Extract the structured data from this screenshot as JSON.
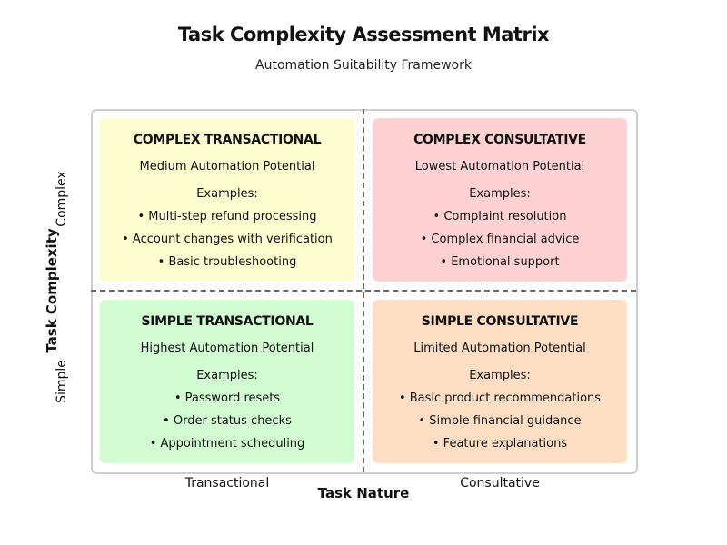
{
  "header": {
    "title": "Task Complexity Assessment Matrix",
    "subtitle": "Automation Suitability Framework"
  },
  "axes": {
    "y_title": "Task Complexity",
    "y_high": "Complex",
    "y_low": "Simple",
    "x_title": "Task Nature",
    "x_left": "Transactional",
    "x_right": "Consultative"
  },
  "quadrants": {
    "top_left": {
      "name": "COMPLEX TRANSACTIONAL",
      "potential": "Medium Automation Potential",
      "examples_label": "Examples:",
      "items": [
        "• Multi-step refund processing",
        "• Account changes with verification",
        "• Basic troubleshooting"
      ],
      "color": "#fefdd0"
    },
    "top_right": {
      "name": "COMPLEX CONSULTATIVE",
      "potential": "Lowest Automation Potential",
      "examples_label": "Examples:",
      "items": [
        "• Complaint resolution",
        "• Complex financial advice",
        "• Emotional support"
      ],
      "color": "#fed2d2"
    },
    "bottom_left": {
      "name": "SIMPLE TRANSACTIONAL",
      "potential": "Highest Automation Potential",
      "examples_label": "Examples:",
      "items": [
        "• Password resets",
        "• Order status checks",
        "• Appointment scheduling"
      ],
      "color": "#d2fdd2"
    },
    "bottom_right": {
      "name": "SIMPLE CONSULTATIVE",
      "potential": "Limited Automation Potential",
      "examples_label": "Examples:",
      "items": [
        "• Basic product recommendations",
        "• Simple financial guidance",
        "• Feature explanations"
      ],
      "color": "#fedfc4"
    }
  }
}
